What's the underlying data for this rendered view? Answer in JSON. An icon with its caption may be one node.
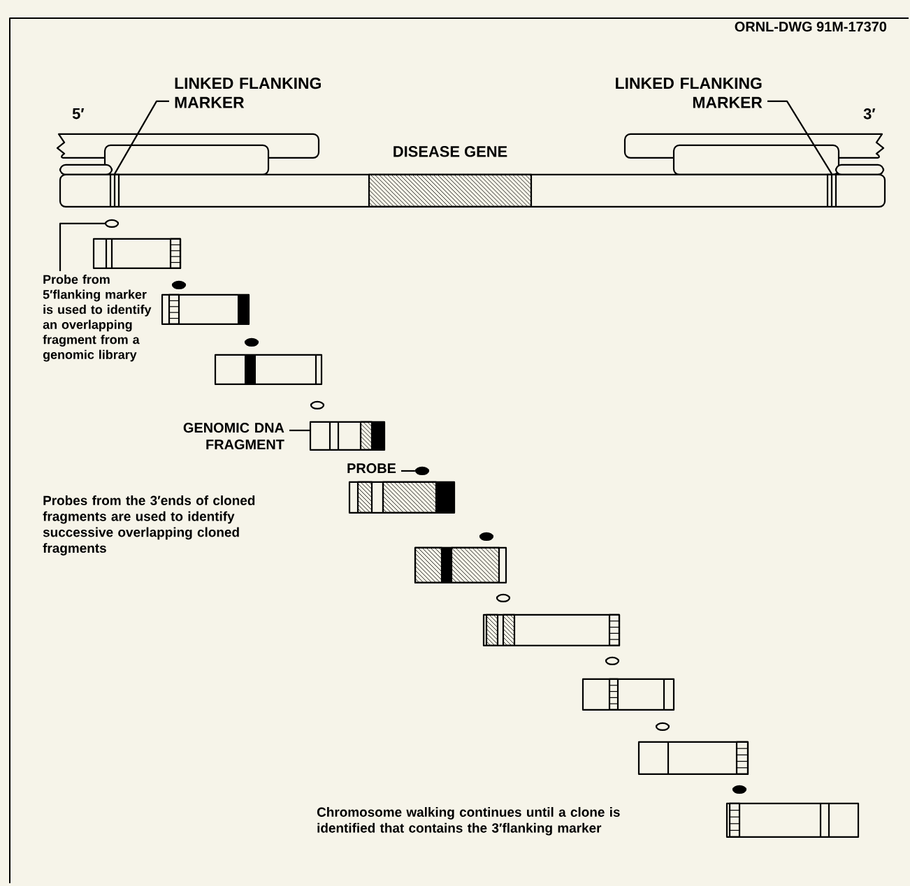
{
  "diagram": {
    "nodes": [
      {
        "text": [
          "LINKED FLANKING MARKER"
        ]
      },
      {
        "text": [],
        "shape": "bar"
      },
      {
        "text": [
          "LINKED FLANKING MARKER"
        ]
      },
      {
        "text": [],
        "shape": "bar"
      },
      {
        "text": [
          "Probe from 5′flanking marker is used to identify an overlapping fragment from a genomic library"
        ]
      },
      {
        "text": [],
        "shape": "circle"
      },
      {
        "text": [],
        "shape": "box"
      },
      {
        "text": [],
        "shape": "circle"
      },
      {
        "text": [],
        "shape": "box"
      },
      {
        "text": [],
        "shape": "circle"
      },
      {
        "text": [],
        "shape": "box"
      },
      {
        "text": [],
        "shape": "circle"
      },
      {
        "text": [],
        "shape": "box"
      },
      {
        "text": [],
        "shape": "circle"
      },
      {
        "text": [],
        "shape": "box"
      },
      {
        "text": [],
        "shape": "circle"
      },
      {
        "text": [],
        "shape": "box"
      },
      {
        "text": [],
        "shape": "circle"
      },
      {
        "text": [],
        "shape": "box"
      },
      {
        "text": [],
        "shape": "circle"
      },
      {
        "text": [],
        "shape": "box"
      },
      {
        "text": [],
        "shape": "circle"
      },
      {
        "text": [],
        "shape": "box"
      },
      {
        "text": [],
        "shape": "circle"
      },
      {
        "text": [],
        "shape": "box"
      },
      {
        "text": [
          "GENOMIC DNA FRAGMENT"
        ]
      },
      {
        "text": [
          "PROBE"
        ]
      }
    ],
    "edges": [
      {
        "from": 0,
        "to": 1,
        "arrow": "none"
      },
      {
        "from": 2,
        "to": 3,
        "arrow": "none"
      },
      {
        "from": 4,
        "to": 5,
        "arrow": "none"
      },
      {
        "from": 25,
        "to": 12,
        "arrow": "none"
      },
      {
        "from": 26,
        "to": 13,
        "arrow": "none"
      }
    ],
    "labels": [
      "ORNL-DWG 91M-17370",
      "5′",
      "3′",
      "DISEASE GENE",
      "Probes from the 3′ends of cloned fragments are used to identify successive overlapping cloned fragments",
      "Chromosome walking continues until a clone is identified that contains the 3′flanking marker"
    ]
  }
}
